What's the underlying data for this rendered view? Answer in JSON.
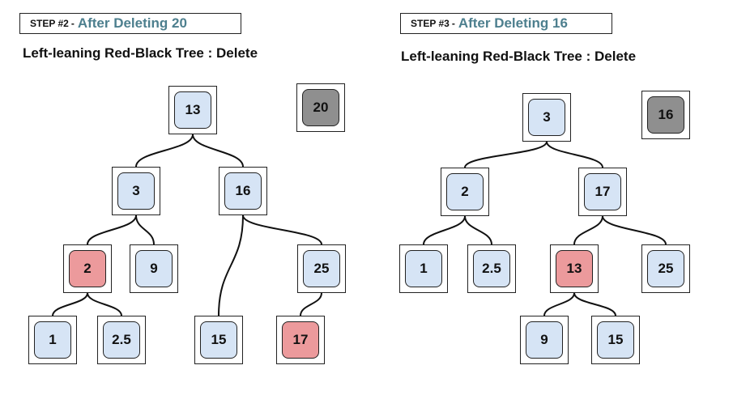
{
  "panels": [
    {
      "step_label": "STEP #2",
      "separator": "-",
      "step_description": "After Deleting 20",
      "subtitle": "Left-leaning Red-Black Tree : Delete",
      "removed": {
        "key": "20",
        "color": "deleted"
      },
      "nodes": [
        {
          "key": "13",
          "color": "black"
        },
        {
          "key": "3",
          "color": "black"
        },
        {
          "key": "16",
          "color": "black"
        },
        {
          "key": "2",
          "color": "red"
        },
        {
          "key": "9",
          "color": "black"
        },
        {
          "key": "25",
          "color": "black"
        },
        {
          "key": "1",
          "color": "black"
        },
        {
          "key": "2.5",
          "color": "black"
        },
        {
          "key": "15",
          "color": "black"
        },
        {
          "key": "17",
          "color": "red"
        }
      ],
      "edges": [
        [
          "13",
          "3"
        ],
        [
          "13",
          "16"
        ],
        [
          "3",
          "2"
        ],
        [
          "3",
          "9"
        ],
        [
          "16",
          "15"
        ],
        [
          "16",
          "25"
        ],
        [
          "2",
          "1"
        ],
        [
          "2",
          "2.5"
        ],
        [
          "25",
          "17"
        ]
      ]
    },
    {
      "step_label": "STEP #3",
      "separator": "-",
      "step_description": "After Deleting 16",
      "subtitle": "Left-leaning Red-Black Tree : Delete",
      "removed": {
        "key": "16",
        "color": "deleted"
      },
      "nodes": [
        {
          "key": "3",
          "color": "black"
        },
        {
          "key": "2",
          "color": "black"
        },
        {
          "key": "17",
          "color": "black"
        },
        {
          "key": "1",
          "color": "black"
        },
        {
          "key": "2.5",
          "color": "black"
        },
        {
          "key": "13",
          "color": "red"
        },
        {
          "key": "25",
          "color": "black"
        },
        {
          "key": "9",
          "color": "black"
        },
        {
          "key": "15",
          "color": "black"
        }
      ],
      "edges": [
        [
          "3",
          "2"
        ],
        [
          "3",
          "17"
        ],
        [
          "2",
          "1"
        ],
        [
          "2",
          "2.5"
        ],
        [
          "17",
          "13"
        ],
        [
          "17",
          "25"
        ],
        [
          "13",
          "9"
        ],
        [
          "13",
          "15"
        ]
      ]
    }
  ],
  "colors": {
    "black_node": "#d6e4f5",
    "red_node": "#ec9a9c",
    "deleted_node": "#8f8f8f",
    "step_accent": "#4d7f8e"
  }
}
